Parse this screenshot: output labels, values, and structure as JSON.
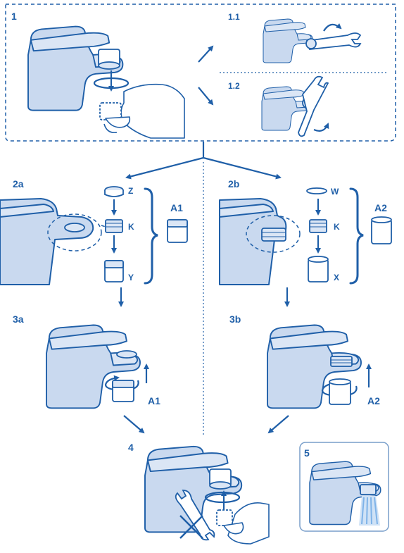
{
  "steps": {
    "s1": "1",
    "s1_1": "1.1",
    "s1_2": "1.2",
    "s2a": "2a",
    "s2b": "2b",
    "s3a": "3a",
    "s3b": "3b",
    "s4": "4",
    "s5": "5"
  },
  "parts": {
    "z": "Z",
    "k_a": "K",
    "y": "Y",
    "w": "W",
    "k_b": "K",
    "x": "X"
  },
  "adapters": {
    "a1_top": "A1",
    "a2_top": "A2",
    "a1_bottom": "A1",
    "a2_bottom": "A2"
  },
  "colors": {
    "ink": "#1f5fa8",
    "tap_fill": "#c9d9ef",
    "tap_light": "#dbe6f5",
    "water": "#7fb3e8"
  }
}
